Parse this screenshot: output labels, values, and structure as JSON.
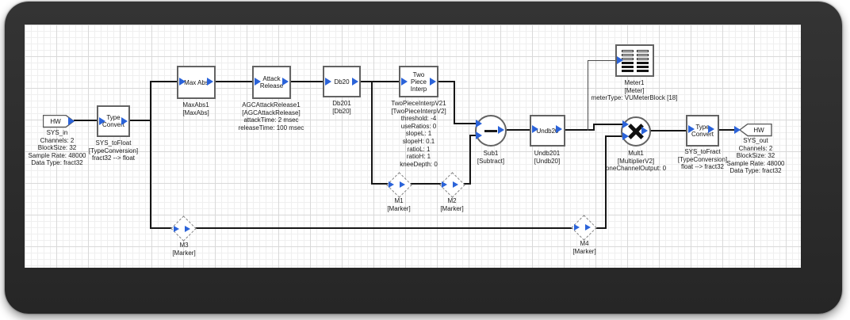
{
  "blocks": {
    "sys_in": {
      "title": "HW",
      "name": "SYS_in",
      "params": [
        "Channels: 2",
        "BlockSize: 32",
        "Sample Rate: 48000",
        "Data Type: fract32"
      ]
    },
    "sys_tofloat": {
      "title": "Type Convert",
      "name": "SYS_toFloat",
      "class": "[TypeConversion]",
      "params": [
        "fract32 --> float"
      ]
    },
    "maxabs": {
      "title": "Max Abs",
      "name": "MaxAbs1",
      "class": "[MaxAbs]",
      "params": []
    },
    "agc": {
      "title": "Attack Release",
      "name": "AGCAttackRelease1",
      "class": "[AGCAttackRelease]",
      "params": [
        "attackTime: 2 msec",
        "releaseTime: 100 msec"
      ]
    },
    "db20": {
      "title": "Db20",
      "name": "Db201",
      "class": "[Db20]",
      "params": []
    },
    "twopiece": {
      "title": "Two Piece Interp",
      "name": "TwoPieceInterpV21",
      "class": "[TwoPieceInterpV2]",
      "params": [
        "threshold: -4",
        "useRatios: 0",
        "slopeL: 1",
        "slopeH: 0.1",
        "ratioL: 1",
        "ratioH: 1",
        "kneeDepth: 0"
      ]
    },
    "sub1": {
      "name": "Sub1",
      "class": "[Subtract]",
      "params": []
    },
    "undb20": {
      "title": "Undb20",
      "name": "Undb201",
      "class": "[Undb20]",
      "params": []
    },
    "meter1": {
      "name": "Meter1",
      "class": "[Meter]",
      "params": [
        "meterType: VUMeterBlock [18]"
      ]
    },
    "mult1": {
      "name": "Mult1",
      "class": "[MultiplierV2]",
      "params": [
        "oneChannelOutput: 0"
      ]
    },
    "sys_tofract": {
      "title": "Type Convert",
      "name": "SYS_toFract",
      "class": "[TypeConversion]",
      "params": [
        "float --> fract32"
      ]
    },
    "sys_out": {
      "title": "HW",
      "name": "SYS_out",
      "params": [
        "Channels: 2",
        "BlockSize: 32",
        "Sample Rate: 48000",
        "Data Type: fract32"
      ]
    },
    "m1": {
      "name": "M1",
      "class": "[Marker]",
      "params": []
    },
    "m2": {
      "name": "M2",
      "class": "[Marker]",
      "params": []
    },
    "m3": {
      "name": "M3",
      "class": "[Marker]",
      "params": []
    },
    "m4": {
      "name": "M4",
      "class": "[Marker]",
      "params": []
    }
  },
  "colors": {
    "port_blue": "#2b63d9",
    "wire": "#161616",
    "wire_thin": "#4a4a4a",
    "grid_minor": "#efefef",
    "grid_major": "#d9d9d9",
    "frame": "#2c2c2c"
  }
}
